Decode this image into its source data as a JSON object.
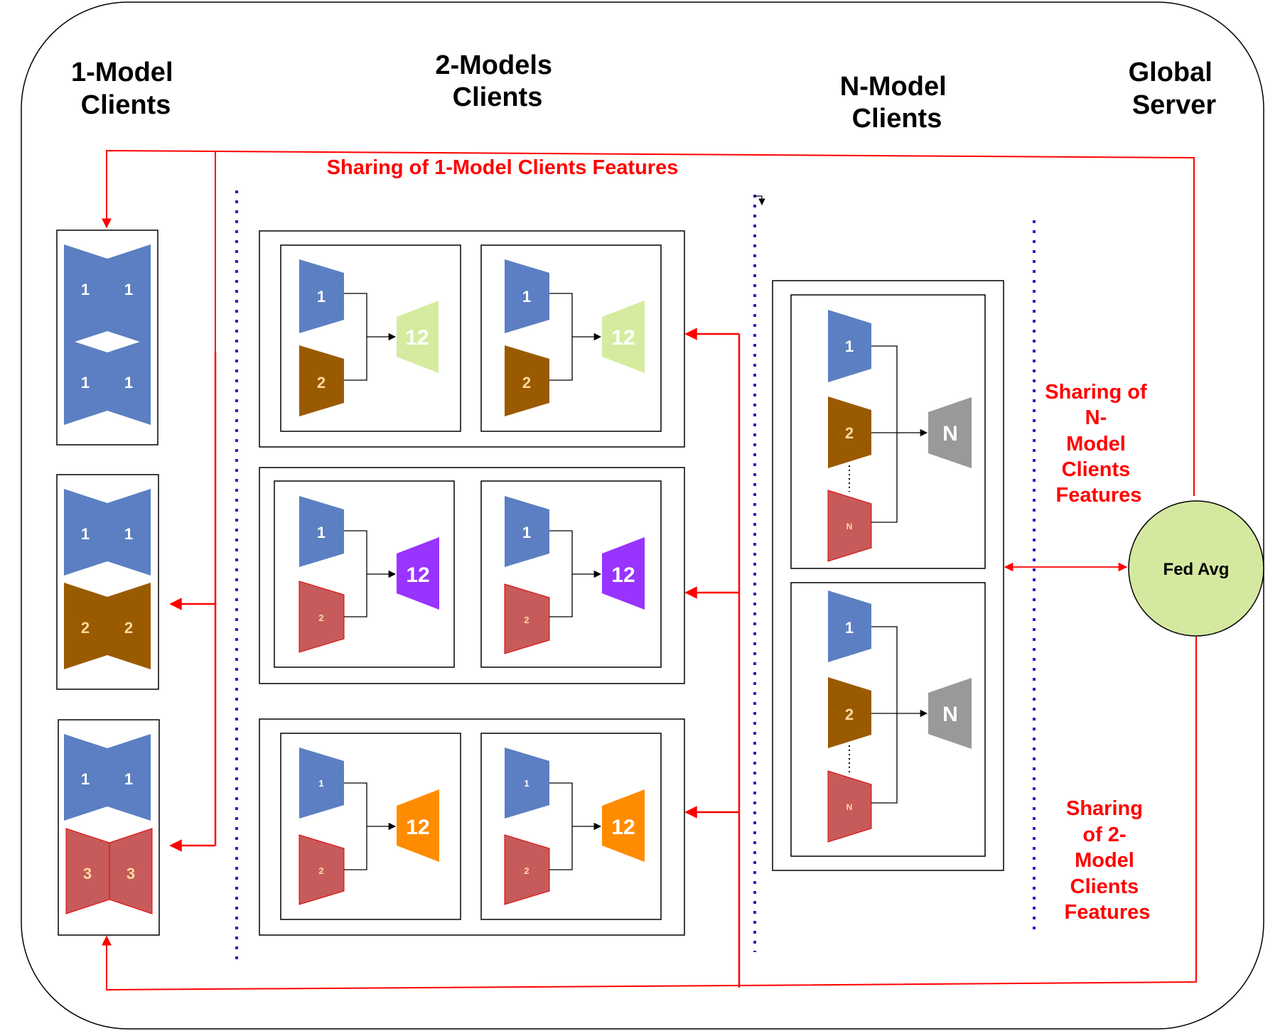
{
  "headers": {
    "one_model": [
      "1-Model",
      "Clients"
    ],
    "two_models": [
      "2-Models",
      "Clients"
    ],
    "n_model": [
      "N-Model",
      "Clients"
    ],
    "global_server": [
      "Global",
      "Server"
    ]
  },
  "annotations": {
    "sharing_1": "Sharing of 1-Model Clients Features",
    "sharing_n": [
      "Sharing of",
      "N-",
      "Model",
      "Clients",
      "Features"
    ],
    "sharing_2": [
      "Sharing",
      "of 2-",
      "Model",
      "Clients",
      "Features"
    ]
  },
  "server": {
    "label": "Fed Avg",
    "color": "#d5e8a0"
  },
  "colors": {
    "blue": "#5b7fc2",
    "brown": "#9a5a00",
    "salmon": "#c75a5a",
    "green_light": "#d5eca0",
    "purple": "#9933ff",
    "orange": "#ff8c00",
    "gray": "#999999",
    "arrow_red": "#ff0000",
    "dotted_blue": "#2b1fc7"
  },
  "one_model_clients": [
    {
      "pairs": [
        [
          "1",
          "1"
        ],
        [
          "1",
          "1"
        ]
      ],
      "colors": [
        "blue",
        "blue"
      ]
    },
    {
      "pairs": [
        [
          "1",
          "1"
        ],
        [
          "2",
          "2"
        ]
      ],
      "colors": [
        "blue",
        "brown"
      ]
    },
    {
      "pairs": [
        [
          "1",
          "1"
        ],
        [
          "3",
          "3"
        ]
      ],
      "colors": [
        "blue",
        "salmon"
      ]
    }
  ],
  "two_model_groups": [
    {
      "encoders": [
        "1",
        "2"
      ],
      "second_color": "brown",
      "head": "12",
      "head_color": "green_light"
    },
    {
      "encoders": [
        "1",
        "2"
      ],
      "second_color": "salmon",
      "head": "12",
      "head_color": "purple"
    },
    {
      "encoders": [
        "1",
        "2"
      ],
      "second_color": "salmon",
      "head": "12",
      "head_color": "orange"
    }
  ],
  "n_model_clients": [
    {
      "encoders": [
        "1",
        "2",
        "N"
      ],
      "head": "N"
    },
    {
      "encoders": [
        "1",
        "2",
        "N"
      ],
      "head": "N"
    }
  ]
}
